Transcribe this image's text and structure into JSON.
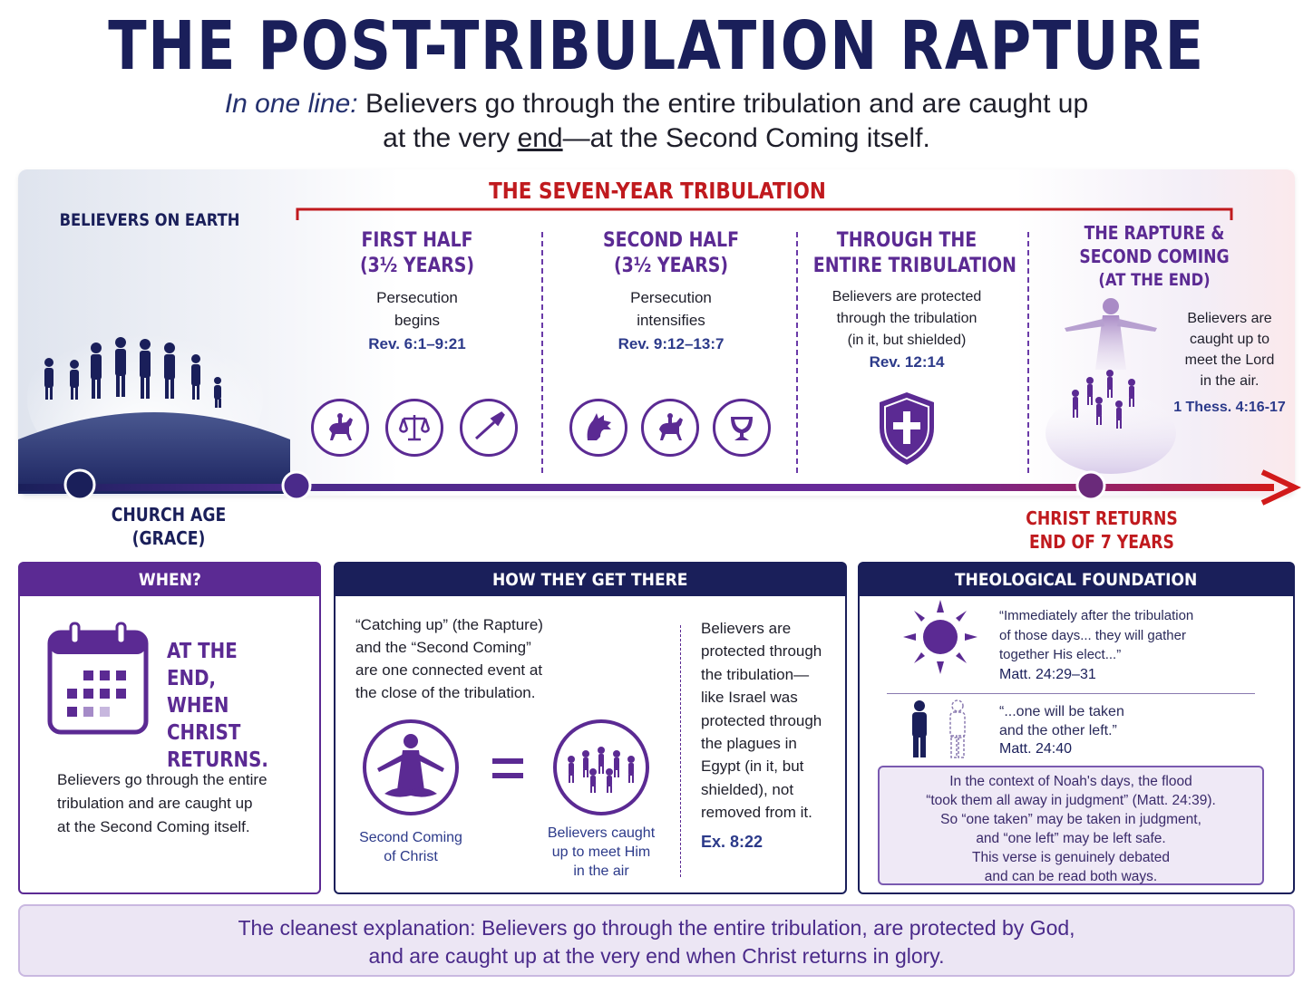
{
  "title": "THE POST-TRIBULATION RAPTURE",
  "subtitle": {
    "lead": "In one line:",
    "text1": " Believers go through the entire tribulation and are caught up",
    "text2a": "at the very ",
    "text2u": "end",
    "text2b": "—at the Second Coming itself."
  },
  "timeline": {
    "believers_on_earth": "BELIEVERS ON EARTH",
    "tribulation_header": "THE SEVEN-YEAR TRIBULATION",
    "church_age": [
      "CHURCH AGE",
      "(GRACE)"
    ],
    "christ_returns": [
      "CHRIST RETURNS",
      "END OF 7 YEARS"
    ],
    "sections": [
      {
        "title": [
          "FIRST HALF",
          "(3½ YEARS)"
        ],
        "desc": [
          "Persecution",
          "begins"
        ],
        "ref": "Rev. 6:1–9:21"
      },
      {
        "title": [
          "SECOND HALF",
          "(3½ YEARS)"
        ],
        "desc": [
          "Persecution",
          "intensifies"
        ],
        "ref": "Rev. 9:12–13:7"
      },
      {
        "title": [
          "THROUGH THE",
          "ENTIRE TRIBULATION"
        ],
        "desc": [
          "Believers are protected",
          "through the tribulation",
          "(in it, but shielded)"
        ],
        "ref": "Rev. 12:14"
      },
      {
        "title": [
          "THE RAPTURE &",
          "SECOND COMING",
          "(AT THE END)"
        ],
        "desc": [
          "Believers are",
          "caught up to",
          "meet the Lord",
          "in the air."
        ],
        "ref": "1 Thess. 4:16-17"
      }
    ],
    "icons": [
      "horse-rider-icon",
      "scales-icon",
      "trumpet-icon",
      "dragon-icon",
      "horse-rider-icon",
      "bowl-icon",
      "shield-cross-icon"
    ],
    "colors": {
      "navy": "#1a1f5a",
      "purple": "#5b2a93",
      "red": "#c01a1e"
    }
  },
  "when": {
    "header": "WHEN?",
    "answer": [
      "AT THE END,",
      "WHEN CHRIST",
      "RETURNS."
    ],
    "body": [
      "Believers go through the entire",
      "tribulation and are caught up",
      "at the Second Coming itself."
    ]
  },
  "how": {
    "header": "HOW THEY GET THERE",
    "intro": [
      "“Catching up” (the Rapture)",
      "and the “Second Coming”",
      "are one connected event at",
      "the close of the tribulation."
    ],
    "left_caption": [
      "Second Coming",
      "of Christ"
    ],
    "right_caption": [
      "Believers caught",
      "up to meet Him",
      "in the air"
    ],
    "side": [
      "Believers are",
      "protected through",
      "the tribulation—",
      "like Israel was",
      "protected through",
      "the plagues in",
      "Egypt (in it, but",
      "shielded), not",
      "removed from it."
    ],
    "side_ref": "Ex. 8:22"
  },
  "foundation": {
    "header": "THEOLOGICAL FOUNDATION",
    "quote1": [
      "“Immediately after the tribulation",
      "of those days... they will gather",
      "together His elect...”"
    ],
    "ref1": "Matt. 24:29–31",
    "quote2": [
      "“...one will be taken",
      "and the other left.”"
    ],
    "ref2": "Matt. 24:40",
    "note": [
      "In the context of Noah's days, the flood",
      "“took them all away in judgment” (Matt. 24:39).",
      "So “one taken” may be taken in judgment,",
      "and “one left” may be left safe.",
      "This verse is genuinely debated",
      "and can be read both ways."
    ]
  },
  "footer": [
    "The cleanest explanation: Believers go through the entire tribulation, are protected by God,",
    "and are caught up at the very end when Christ returns in glory."
  ]
}
